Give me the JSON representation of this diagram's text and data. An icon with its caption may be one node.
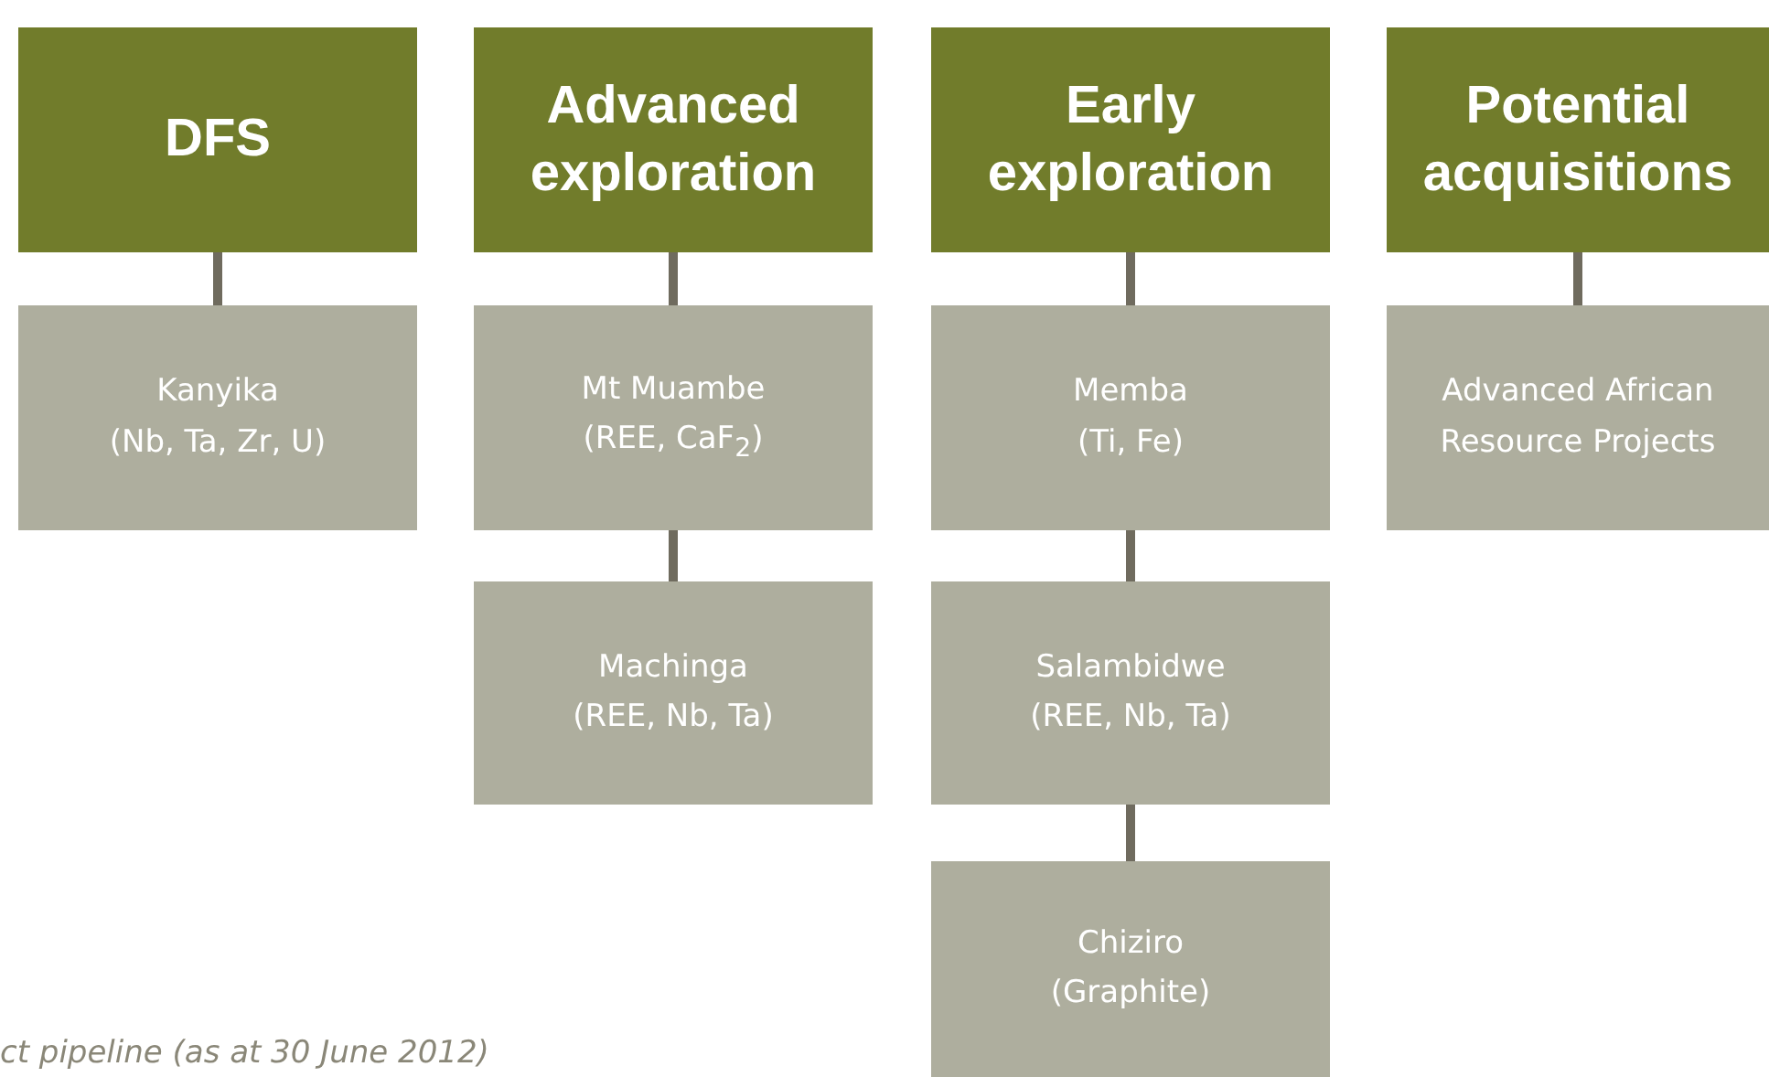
{
  "diagram": {
    "caption": "ct pipeline (as at 30 June 2012)",
    "nodes": [
      {
        "text": [
          "DFS"
        ]
      },
      {
        "text": [
          "Kanyika (Nb, Ta, Zr, U)"
        ]
      },
      {
        "text": [
          "Advanced exploration"
        ]
      },
      {
        "text": [
          "Mt Muambe (REE, CaF$_{2}$)"
        ]
      },
      {
        "text": [
          "Machinga (REE, Nb, Ta)"
        ]
      },
      {
        "text": [
          "Early exploration"
        ]
      },
      {
        "text": [
          "Memba (Ti, Fe)"
        ]
      },
      {
        "text": [
          "Salambidwe (REE, Nb, Ta)"
        ]
      },
      {
        "text": [
          "Chiziro (Graphite)"
        ]
      },
      {
        "text": [
          "Potential acquisitions"
        ]
      },
      {
        "text": [
          "Advanced African Resource Projects"
        ]
      }
    ],
    "edges": [
      {
        "from": 0,
        "to": 1,
        "arrow": "none"
      },
      {
        "from": 2,
        "to": 3,
        "arrow": "none"
      },
      {
        "from": 3,
        "to": 4,
        "arrow": "none"
      },
      {
        "from": 5,
        "to": 6,
        "arrow": "none"
      },
      {
        "from": 6,
        "to": 7,
        "arrow": "none"
      },
      {
        "from": 7,
        "to": 8,
        "arrow": "none"
      },
      {
        "from": 9,
        "to": 10,
        "arrow": "none"
      }
    ]
  }
}
